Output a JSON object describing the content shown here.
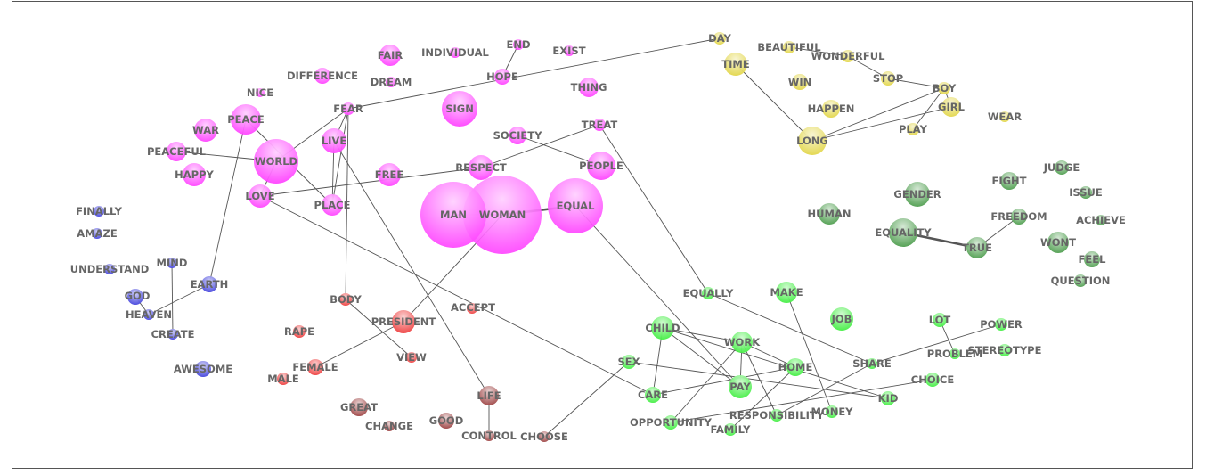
{
  "graph": {
    "nodes": [
      {
        "id": "MAN",
        "label": "MAN",
        "group": "magenta",
        "weight": 37
      },
      {
        "id": "WOMAN",
        "label": "WOMAN",
        "group": "magenta",
        "weight": 44
      },
      {
        "id": "EQUAL",
        "label": "EQUAL",
        "group": "magenta",
        "weight": 31
      },
      {
        "id": "WORLD",
        "label": "WORLD",
        "group": "magenta",
        "weight": 25
      },
      {
        "id": "SIGN",
        "label": "SIGN",
        "group": "magenta",
        "weight": 20
      },
      {
        "id": "PEACE",
        "label": "PEACE",
        "group": "magenta",
        "weight": 17
      },
      {
        "id": "PEOPLE",
        "label": "PEOPLE",
        "group": "magenta",
        "weight": 16
      },
      {
        "id": "RESPECT",
        "label": "RESPECT",
        "group": "magenta",
        "weight": 14
      },
      {
        "id": "LIVE",
        "label": "LIVE",
        "group": "magenta",
        "weight": 14
      },
      {
        "id": "FAIR",
        "label": "FAIR",
        "group": "magenta",
        "weight": 12
      },
      {
        "id": "WAR",
        "label": "WAR",
        "group": "magenta",
        "weight": 13
      },
      {
        "id": "HAPPY",
        "label": "HAPPY",
        "group": "magenta",
        "weight": 13
      },
      {
        "id": "FREE",
        "label": "FREE",
        "group": "magenta",
        "weight": 13
      },
      {
        "id": "LOVE",
        "label": "LOVE",
        "group": "magenta",
        "weight": 13
      },
      {
        "id": "PLACE",
        "label": "PLACE",
        "group": "magenta",
        "weight": 12
      },
      {
        "id": "THING",
        "label": "THING",
        "group": "magenta",
        "weight": 11
      },
      {
        "id": "PEACEFUL",
        "label": "PEACEFUL",
        "group": "magenta",
        "weight": 11
      },
      {
        "id": "SOCIETY",
        "label": "SOCIETY",
        "group": "magenta",
        "weight": 10
      },
      {
        "id": "HOPE",
        "label": "HOPE",
        "group": "magenta",
        "weight": 9
      },
      {
        "id": "DIFFERENCE",
        "label": "DIFFERENCE",
        "group": "magenta",
        "weight": 9
      },
      {
        "id": "TREAT",
        "label": "TREAT",
        "group": "magenta",
        "weight": 7
      },
      {
        "id": "FEAR",
        "label": "FEAR",
        "group": "magenta",
        "weight": 7
      },
      {
        "id": "DREAM",
        "label": "DREAM",
        "group": "magenta",
        "weight": 6
      },
      {
        "id": "INDIVIDUAL",
        "label": "INDIVIDUAL",
        "group": "magenta",
        "weight": 6
      },
      {
        "id": "END",
        "label": "END",
        "group": "magenta",
        "weight": 6
      },
      {
        "id": "EXIST",
        "label": "EXIST",
        "group": "magenta",
        "weight": 6
      },
      {
        "id": "NICE",
        "label": "NICE",
        "group": "magenta",
        "weight": 5
      },
      {
        "id": "TIME",
        "label": "TIME",
        "group": "yellow",
        "weight": 13
      },
      {
        "id": "LONG",
        "label": "LONG",
        "group": "yellow",
        "weight": 16
      },
      {
        "id": "DAY",
        "label": "DAY",
        "group": "yellow",
        "weight": 7
      },
      {
        "id": "BEAUTIFUL",
        "label": "BEAUTIFUL",
        "group": "yellow",
        "weight": 7
      },
      {
        "id": "WONDERFUL",
        "label": "WONDERFUL",
        "group": "yellow",
        "weight": 7
      },
      {
        "id": "WIN",
        "label": "WIN",
        "group": "yellow",
        "weight": 9
      },
      {
        "id": "STOP",
        "label": "STOP",
        "group": "yellow",
        "weight": 8
      },
      {
        "id": "BOY",
        "label": "BOY",
        "group": "yellow",
        "weight": 7
      },
      {
        "id": "GIRL",
        "label": "GIRL",
        "group": "yellow",
        "weight": 11
      },
      {
        "id": "HAPPEN",
        "label": "HAPPEN",
        "group": "yellow",
        "weight": 10
      },
      {
        "id": "PLAY",
        "label": "PLAY",
        "group": "yellow",
        "weight": 7
      },
      {
        "id": "WEAR",
        "label": "WEAR",
        "group": "yellow",
        "weight": 6
      },
      {
        "id": "GENDER",
        "label": "GENDER",
        "group": "darkgreen",
        "weight": 14
      },
      {
        "id": "HUMAN",
        "label": "HUMAN",
        "group": "darkgreen",
        "weight": 12
      },
      {
        "id": "EQUALITY",
        "label": "EQUALITY",
        "group": "darkgreen",
        "weight": 16
      },
      {
        "id": "TRUE",
        "label": "TRUE",
        "group": "darkgreen",
        "weight": 12
      },
      {
        "id": "FREEDOM",
        "label": "FREEDOM",
        "group": "darkgreen",
        "weight": 9
      },
      {
        "id": "FIGHT",
        "label": "FIGHT",
        "group": "darkgreen",
        "weight": 10
      },
      {
        "id": "JUDGE",
        "label": "JUDGE",
        "group": "darkgreen",
        "weight": 8
      },
      {
        "id": "ISSUE",
        "label": "ISSUE",
        "group": "darkgreen",
        "weight": 7
      },
      {
        "id": "ACHIEVE",
        "label": "ACHIEVE",
        "group": "darkgreen",
        "weight": 6
      },
      {
        "id": "WONT",
        "label": "WONT",
        "group": "darkgreen",
        "weight": 12
      },
      {
        "id": "FEEL",
        "label": "FEEL",
        "group": "darkgreen",
        "weight": 9
      },
      {
        "id": "QUESTION",
        "label": "QUESTION",
        "group": "darkgreen",
        "weight": 7
      },
      {
        "id": "CHILD",
        "label": "CHILD",
        "group": "green",
        "weight": 13
      },
      {
        "id": "WORK",
        "label": "WORK",
        "group": "green",
        "weight": 12
      },
      {
        "id": "PAY",
        "label": "PAY",
        "group": "green",
        "weight": 13
      },
      {
        "id": "HOME",
        "label": "HOME",
        "group": "green",
        "weight": 10
      },
      {
        "id": "CARE",
        "label": "CARE",
        "group": "green",
        "weight": 9
      },
      {
        "id": "SEX",
        "label": "SEX",
        "group": "green",
        "weight": 8
      },
      {
        "id": "MAKE",
        "label": "MAKE",
        "group": "green",
        "weight": 12
      },
      {
        "id": "JOB",
        "label": "JOB",
        "group": "green",
        "weight": 13
      },
      {
        "id": "LOT",
        "label": "LOT",
        "group": "green",
        "weight": 8
      },
      {
        "id": "POWER",
        "label": "POWER",
        "group": "green",
        "weight": 7
      },
      {
        "id": "STEREOTYPE",
        "label": "STEREOTYPE",
        "group": "green",
        "weight": 7
      },
      {
        "id": "PROBLEM",
        "label": "PROBLEM",
        "group": "green",
        "weight": 6
      },
      {
        "id": "SHARE",
        "label": "SHARE",
        "group": "green",
        "weight": 6
      },
      {
        "id": "KID",
        "label": "KID",
        "group": "green",
        "weight": 8
      },
      {
        "id": "CHOICE",
        "label": "CHOICE",
        "group": "green",
        "weight": 8
      },
      {
        "id": "MONEY",
        "label": "MONEY",
        "group": "green",
        "weight": 7
      },
      {
        "id": "RESPONSIBILITY",
        "label": "RESPONSIBILITY",
        "group": "green",
        "weight": 7
      },
      {
        "id": "FAMILY",
        "label": "FAMILY",
        "group": "green",
        "weight": 7
      },
      {
        "id": "OPPORTUNITY",
        "label": "OPPORTUNITY",
        "group": "green",
        "weight": 8
      },
      {
        "id": "EQUALLY",
        "label": "EQUALLY",
        "group": "green",
        "weight": 7
      },
      {
        "id": "PRESIDENT",
        "label": "PRESIDENT",
        "group": "red",
        "weight": 13
      },
      {
        "id": "BODY",
        "label": "BODY",
        "group": "red",
        "weight": 7
      },
      {
        "id": "ACCEPT",
        "label": "ACCEPT",
        "group": "red",
        "weight": 6
      },
      {
        "id": "RAPE",
        "label": "RAPE",
        "group": "red",
        "weight": 7
      },
      {
        "id": "FEMALE",
        "label": "FEMALE",
        "group": "red",
        "weight": 9
      },
      {
        "id": "MALE",
        "label": "MALE",
        "group": "red",
        "weight": 7
      },
      {
        "id": "VIEW",
        "label": "VIEW",
        "group": "red",
        "weight": 6
      },
      {
        "id": "LIFE",
        "label": "LIFE",
        "group": "brown",
        "weight": 11
      },
      {
        "id": "GREAT",
        "label": "GREAT",
        "group": "brown",
        "weight": 10
      },
      {
        "id": "GOOD",
        "label": "GOOD",
        "group": "brown",
        "weight": 9
      },
      {
        "id": "CHANGE",
        "label": "CHANGE",
        "group": "brown",
        "weight": 6
      },
      {
        "id": "CONTROL",
        "label": "CONTROL",
        "group": "brown",
        "weight": 6
      },
      {
        "id": "CHOOSE",
        "label": "CHOOSE",
        "group": "brown",
        "weight": 6
      },
      {
        "id": "EARTH",
        "label": "EARTH",
        "group": "blue",
        "weight": 9
      },
      {
        "id": "FINALLY",
        "label": "FINALLY",
        "group": "blue",
        "weight": 6
      },
      {
        "id": "AMAZE",
        "label": "AMAZE",
        "group": "blue",
        "weight": 6
      },
      {
        "id": "UNDERSTAND",
        "label": "UNDERSTAND",
        "group": "blue",
        "weight": 6
      },
      {
        "id": "MIND",
        "label": "MIND",
        "group": "blue",
        "weight": 6
      },
      {
        "id": "GOD",
        "label": "GOD",
        "group": "blue",
        "weight": 9
      },
      {
        "id": "HEAVEN",
        "label": "HEAVEN",
        "group": "blue",
        "weight": 6
      },
      {
        "id": "CREATE",
        "label": "CREATE",
        "group": "blue",
        "weight": 6
      },
      {
        "id": "AWESOME",
        "label": "AWESOME",
        "group": "blue",
        "weight": 9
      }
    ],
    "edges": [
      {
        "from": "WOMAN",
        "to": "EQUAL",
        "strong": true
      },
      {
        "from": "MAN",
        "to": "WOMAN"
      },
      {
        "from": "WOMAN",
        "to": "PRESIDENT"
      },
      {
        "from": "EQUAL",
        "to": "PAY"
      },
      {
        "from": "FEAR",
        "to": "DAY"
      },
      {
        "from": "FEAR",
        "to": "LIVE"
      },
      {
        "from": "FEAR",
        "to": "PLACE"
      },
      {
        "from": "FEAR",
        "to": "BODY"
      },
      {
        "from": "FEAR",
        "to": "WORLD"
      },
      {
        "from": "LIVE",
        "to": "LIFE"
      },
      {
        "from": "LIVE",
        "to": "PLACE"
      },
      {
        "from": "HOPE",
        "to": "END"
      },
      {
        "from": "PEACE",
        "to": "EARTH"
      },
      {
        "from": "PEACE",
        "to": "PLACE"
      },
      {
        "from": "PEACEFUL",
        "to": "WORLD"
      },
      {
        "from": "WORLD",
        "to": "LOVE"
      },
      {
        "from": "LOVE",
        "to": "RESPECT"
      },
      {
        "from": "LOVE",
        "to": "CARE"
      },
      {
        "from": "RESPECT",
        "to": "TREAT"
      },
      {
        "from": "SOCIETY",
        "to": "PEOPLE"
      },
      {
        "from": "TREAT",
        "to": "EQUALLY"
      },
      {
        "from": "BODY",
        "to": "VIEW"
      },
      {
        "from": "PRESIDENT",
        "to": "FEMALE"
      },
      {
        "from": "LIFE",
        "to": "CONTROL"
      },
      {
        "from": "CHOOSE",
        "to": "SEX"
      },
      {
        "from": "SEX",
        "to": "KID"
      },
      {
        "from": "EQUALLY",
        "to": "SHARE"
      },
      {
        "from": "CHILD",
        "to": "WORK"
      },
      {
        "from": "CHILD",
        "to": "CARE"
      },
      {
        "from": "CHILD",
        "to": "PAY"
      },
      {
        "from": "CHILD",
        "to": "KID"
      },
      {
        "from": "WORK",
        "to": "PAY"
      },
      {
        "from": "WORK",
        "to": "HOME"
      },
      {
        "from": "WORK",
        "to": "OPPORTUNITY"
      },
      {
        "from": "WORK",
        "to": "RESPONSIBILITY"
      },
      {
        "from": "HOME",
        "to": "CARE"
      },
      {
        "from": "HOME",
        "to": "FAMILY"
      },
      {
        "from": "MAKE",
        "to": "MONEY"
      },
      {
        "from": "SHARE",
        "to": "RESPONSIBILITY"
      },
      {
        "from": "POWER",
        "to": "SHARE"
      },
      {
        "from": "LOT",
        "to": "PROBLEM"
      },
      {
        "from": "CHOICE",
        "to": "OPPORTUNITY"
      },
      {
        "from": "EQUALITY",
        "to": "TRUE",
        "strong": true
      },
      {
        "from": "TRUE",
        "to": "FREEDOM"
      },
      {
        "from": "TIME",
        "to": "LONG"
      },
      {
        "from": "BEAUTIFUL",
        "to": "WONDERFUL"
      },
      {
        "from": "WONDERFUL",
        "to": "STOP"
      },
      {
        "from": "STOP",
        "to": "BOY"
      },
      {
        "from": "BOY",
        "to": "LONG"
      },
      {
        "from": "BOY",
        "to": "GIRL"
      },
      {
        "from": "GIRL",
        "to": "LONG"
      },
      {
        "from": "BOY",
        "to": "PLAY"
      },
      {
        "from": "GOD",
        "to": "HEAVEN"
      },
      {
        "from": "HEAVEN",
        "to": "EARTH"
      },
      {
        "from": "MIND",
        "to": "CREATE"
      }
    ]
  },
  "colors": {
    "magenta": "#ff44ff",
    "yellow": "#e2d64a",
    "darkgreen": "#4f9e4f",
    "green": "#44ee44",
    "red": "#ee4040",
    "brown": "#9e4444",
    "blue": "#4444dd",
    "edge": "#555555",
    "label": "#666666"
  }
}
